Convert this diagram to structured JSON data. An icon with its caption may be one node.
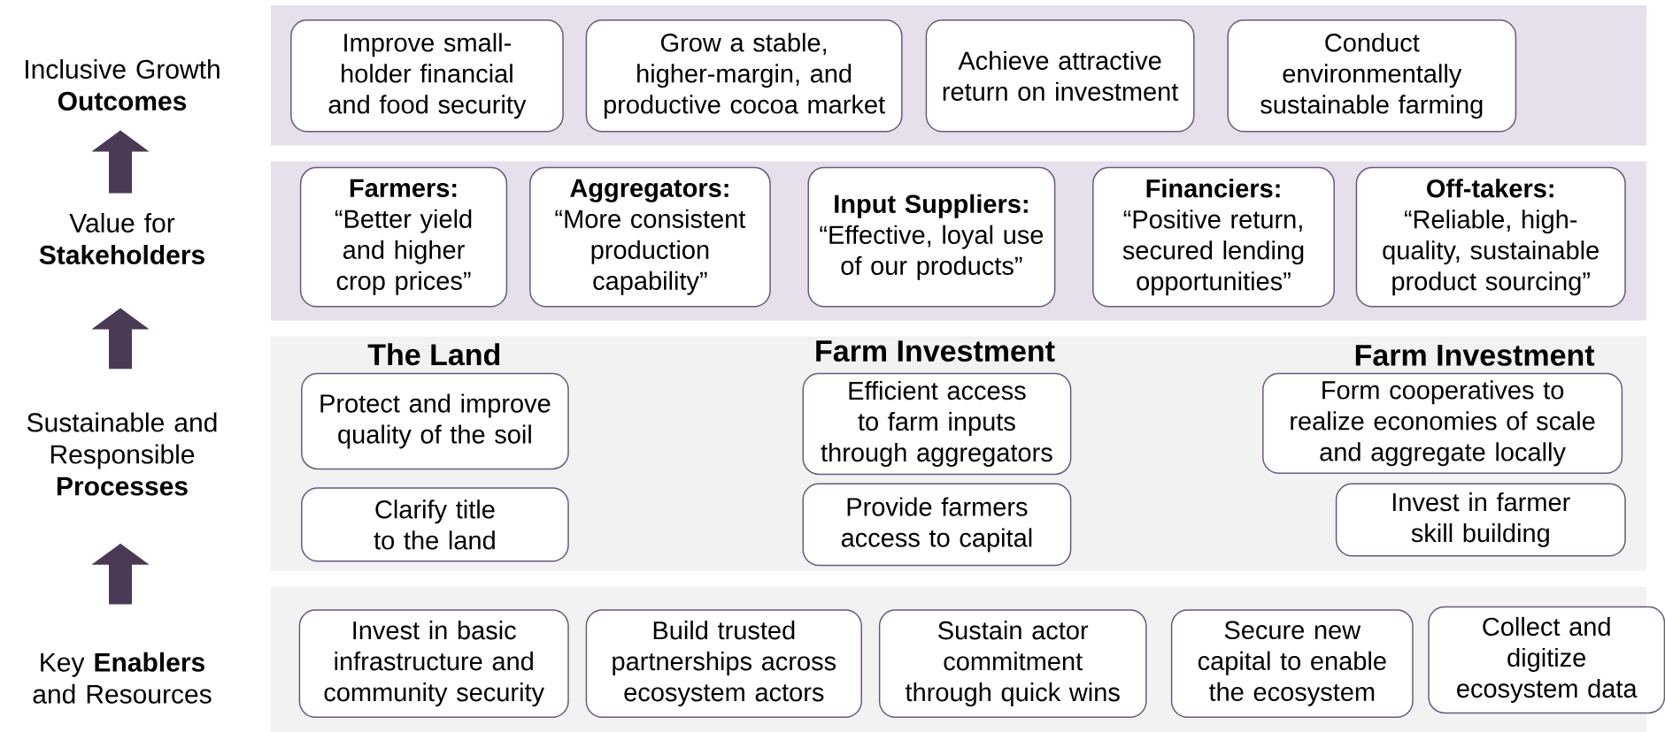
{
  "diagram": {
    "nodes": [
      {
        "text": [
          "Inclusive Growth **Outcomes**"
        ]
      },
      {
        "text": [],
        "shape": "box"
      },
      {
        "text": [
          "Improve small-holder financial and food security"
        ],
        "in": 1
      },
      {
        "text": [
          "Grow a stable, higher-margin, and productive cocoa market"
        ],
        "in": 1
      },
      {
        "text": [
          "Achieve attractive return on investment"
        ],
        "in": 1
      },
      {
        "text": [
          "Conduct environmentally sustainable farming"
        ],
        "in": 1
      },
      {
        "text": [
          "Value for **Stakeholders**"
        ]
      },
      {
        "text": [],
        "shape": "box"
      },
      {
        "text": [
          "Farmers:",
          "“Better yield and higher crop prices”"
        ],
        "in": 7
      },
      {
        "text": [
          "Aggregators:",
          "“More consistent production capability”"
        ],
        "in": 7
      },
      {
        "text": [
          "Input Suppliers:",
          "“Effective, loyal use of our products”"
        ],
        "in": 7
      },
      {
        "text": [
          "Financiers:",
          "“Positive return, secured lending opportunities”"
        ],
        "in": 7
      },
      {
        "text": [
          "Off-takers:",
          "“Reliable, high-quality, sustainable product sourcing”"
        ],
        "in": 7
      },
      {
        "text": [
          "Sustainable and Responsible **Processes**"
        ]
      },
      {
        "text": [],
        "shape": "box"
      },
      {
        "text": [
          "Protect and improve quality of the soil"
        ],
        "in": 14
      },
      {
        "text": [
          "Clarify title to the land"
        ],
        "in": 14
      },
      {
        "text": [
          "Efficient access to farm inputs through aggregators"
        ],
        "in": 14
      },
      {
        "text": [
          "Provide farmers access to capital"
        ],
        "in": 14
      },
      {
        "text": [
          "Form cooperatives to realize economies of scale and aggregate locally"
        ],
        "in": 14
      },
      {
        "text": [
          "Invest in farmer skill building"
        ],
        "in": 14
      },
      {
        "text": [
          "Key **Enablers** and Resources"
        ]
      },
      {
        "text": [],
        "shape": "box"
      },
      {
        "text": [
          "Invest in basic infrastructure and community security"
        ],
        "in": 22
      },
      {
        "text": [
          "Build trusted partnerships across ecosystem actors"
        ],
        "in": 22
      },
      {
        "text": [
          "Sustain actor commitment through quick wins"
        ],
        "in": 22
      },
      {
        "text": [
          "Secure new capital to enable the ecosystem"
        ],
        "in": 22
      },
      {
        "text": [
          "Collect and digitize ecosystem data"
        ]
      }
    ],
    "edges": [
      {
        "from": 6,
        "to": 0,
        "arrow": "to"
      },
      {
        "from": 13,
        "to": 6,
        "arrow": "to"
      },
      {
        "from": 21,
        "to": 13,
        "arrow": "to"
      }
    ],
    "labels": [
      "The Land",
      "Farm Investment",
      "Farm Investment"
    ]
  }
}
